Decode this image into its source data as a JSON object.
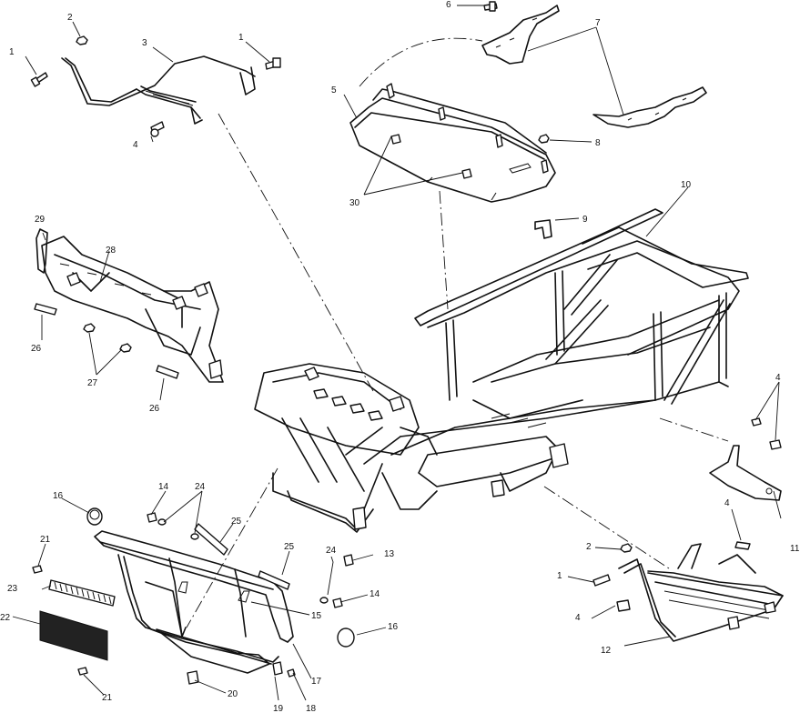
{
  "diagram": {
    "type": "exploded-parts-diagram",
    "callouts": [
      {
        "id": "c1a",
        "text": "1"
      },
      {
        "id": "c1b",
        "text": "1"
      },
      {
        "id": "c1c",
        "text": "1"
      },
      {
        "id": "c2a",
        "text": "2"
      },
      {
        "id": "c2b",
        "text": "2"
      },
      {
        "id": "c3",
        "text": "3"
      },
      {
        "id": "c4a",
        "text": "4"
      },
      {
        "id": "c4b",
        "text": "4"
      },
      {
        "id": "c4c",
        "text": "4"
      },
      {
        "id": "c4d",
        "text": "4"
      },
      {
        "id": "c5",
        "text": "5"
      },
      {
        "id": "c6",
        "text": "6"
      },
      {
        "id": "c7",
        "text": "7"
      },
      {
        "id": "c8",
        "text": "8"
      },
      {
        "id": "c9",
        "text": "9"
      },
      {
        "id": "c10",
        "text": "10"
      },
      {
        "id": "c11",
        "text": "11"
      },
      {
        "id": "c12",
        "text": "12"
      },
      {
        "id": "c13",
        "text": "13"
      },
      {
        "id": "c14a",
        "text": "14"
      },
      {
        "id": "c14b",
        "text": "14"
      },
      {
        "id": "c15",
        "text": "15"
      },
      {
        "id": "c16a",
        "text": "16"
      },
      {
        "id": "c16b",
        "text": "16"
      },
      {
        "id": "c17",
        "text": "17"
      },
      {
        "id": "c18",
        "text": "18"
      },
      {
        "id": "c19",
        "text": "19"
      },
      {
        "id": "c20",
        "text": "20"
      },
      {
        "id": "c21a",
        "text": "21"
      },
      {
        "id": "c21b",
        "text": "21"
      },
      {
        "id": "c22",
        "text": "22"
      },
      {
        "id": "c23",
        "text": "23"
      },
      {
        "id": "c24a",
        "text": "24"
      },
      {
        "id": "c24b",
        "text": "24"
      },
      {
        "id": "c25a",
        "text": "25"
      },
      {
        "id": "c25b",
        "text": "25"
      },
      {
        "id": "c26a",
        "text": "26"
      },
      {
        "id": "c26b",
        "text": "26"
      },
      {
        "id": "c27",
        "text": "27"
      },
      {
        "id": "c28",
        "text": "28"
      },
      {
        "id": "c29",
        "text": "29"
      },
      {
        "id": "c30",
        "text": "30"
      }
    ]
  }
}
